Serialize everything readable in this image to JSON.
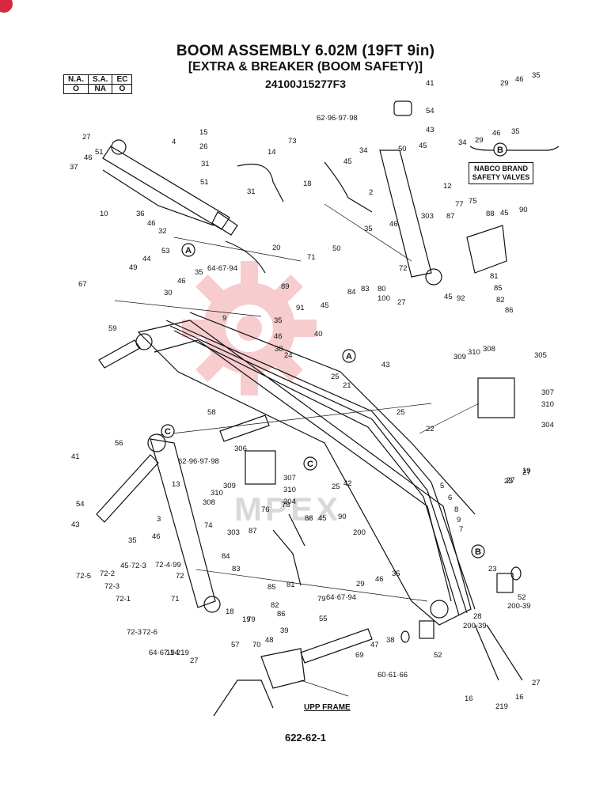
{
  "header": {
    "title": "BOOM ASSEMBLY 6.02M (19FT 9in)",
    "subtitle": "[EXTRA & BREAKER  (BOOM SAFETY)]",
    "part_number": "24100J15277F3"
  },
  "status_table": {
    "headers": [
      "N.A.",
      "S.A.",
      "EC"
    ],
    "values": [
      "O",
      "NA",
      "O"
    ]
  },
  "callouts": [
    "A",
    "B",
    "C"
  ],
  "nabco_box": {
    "line1": "NABCO BRAND",
    "line2": "SAFETY VALVES"
  },
  "upp_frame_label": "UPP FRAME",
  "page_number": "622-62-1",
  "part_labels": [
    "27",
    "4",
    "15",
    "26",
    "31",
    "14",
    "51",
    "31",
    "37",
    "46",
    "10",
    "36",
    "46",
    "32",
    "51",
    "41",
    "54",
    "62·96·97·98",
    "43",
    "73",
    "45",
    "34",
    "50",
    "45",
    "34",
    "18",
    "2",
    "12",
    "29",
    "46",
    "35",
    "29",
    "46",
    "35",
    "53",
    "44",
    "49",
    "46",
    "35",
    "20",
    "64·67·94",
    "71",
    "50",
    "303",
    "87",
    "75",
    "88",
    "45",
    "90",
    "35",
    "46",
    "77",
    "30",
    "67",
    "89",
    "91",
    "45",
    "84",
    "83",
    "80",
    "72",
    "100",
    "27",
    "45",
    "92",
    "81",
    "85",
    "82",
    "86",
    "9",
    "35",
    "46",
    "30",
    "24",
    "40",
    "43",
    "25",
    "21",
    "309",
    "310",
    "308",
    "305",
    "59",
    "307",
    "310",
    "304",
    "58",
    "25",
    "22",
    "56",
    "62·96·97·98",
    "41",
    "54",
    "43",
    "306",
    "307",
    "310",
    "304",
    "309",
    "310",
    "308",
    "13",
    "3",
    "74",
    "303",
    "87",
    "76",
    "78",
    "88",
    "45",
    "90",
    "200",
    "5",
    "6",
    "8",
    "9",
    "7",
    "23",
    "27",
    "42",
    "25",
    "35",
    "46",
    "45·72-3",
    "72-4·99",
    "84",
    "83",
    "72-5",
    "72-2",
    "72-3",
    "72-1",
    "72",
    "71",
    "81",
    "85",
    "82",
    "86",
    "79",
    "29",
    "46",
    "35",
    "23",
    "52",
    "200-39",
    "72-3",
    "72-6",
    "64·67·94",
    "27",
    "18",
    "19",
    "57",
    "70",
    "48",
    "39",
    "55",
    "47",
    "38",
    "69",
    "60·61·66",
    "52",
    "200-39",
    "28",
    "27",
    "16",
    "219",
    "16",
    "11·219",
    "64·67·94",
    "79",
    "19",
    "27",
    "23"
  ]
}
